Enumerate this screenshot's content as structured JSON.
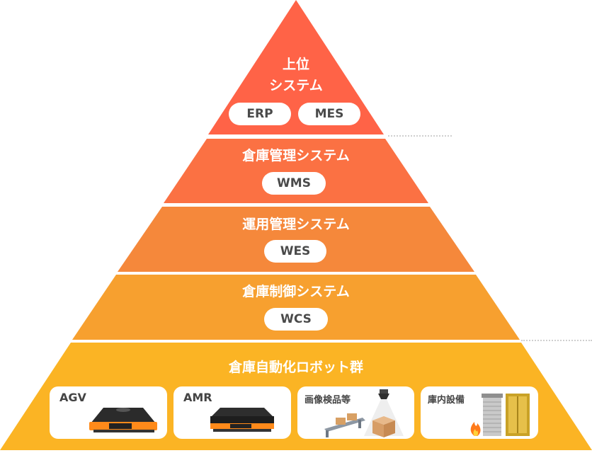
{
  "layers": [
    {
      "title_lines": [
        "上位",
        "システム"
      ],
      "tags": [
        "ERP",
        "MES"
      ]
    },
    {
      "title_lines": [
        "倉庫管理システム"
      ],
      "tags": [
        "WMS"
      ]
    },
    {
      "title_lines": [
        "運用管理システム"
      ],
      "tags": [
        "WES"
      ]
    },
    {
      "title_lines": [
        "倉庫制御システム"
      ],
      "tags": [
        "WCS"
      ]
    },
    {
      "title_lines": [
        "倉庫自動化ロボット群"
      ],
      "tags": []
    }
  ],
  "robots": [
    {
      "label": "AGV",
      "icon": "agv-robot-icon"
    },
    {
      "label": "AMR",
      "icon": "amr-robot-icon"
    },
    {
      "label": "画像検品等",
      "icon": "inspection-camera-icon"
    },
    {
      "label": "庫内設備",
      "icon": "shutter-fire-door-icon"
    }
  ],
  "colors": {
    "layer1": "#FF6347",
    "layer2": "#FB7143",
    "layer3": "#F5883B",
    "layer4": "#F7A02F",
    "layer5": "#FBB424"
  }
}
